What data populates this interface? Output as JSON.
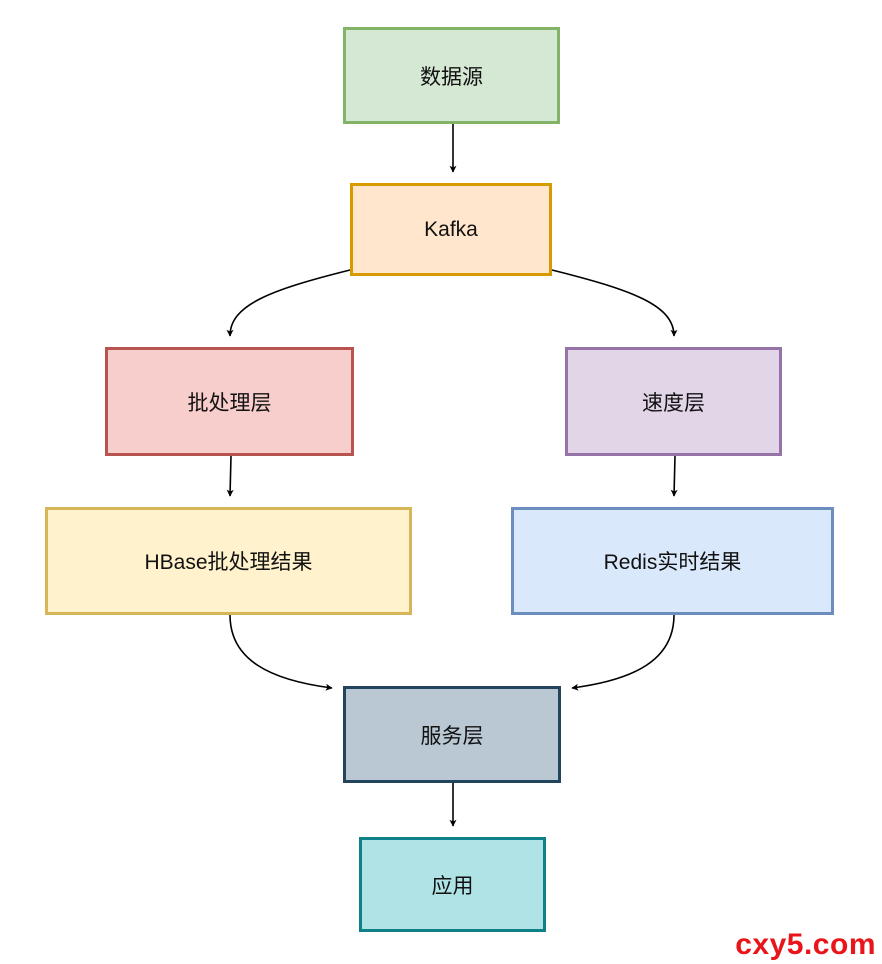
{
  "diagram": {
    "nodes": {
      "source": {
        "label": "数据源",
        "fill": "#d5e8d4",
        "stroke": "#82b366"
      },
      "kafka": {
        "label": "Kafka",
        "fill": "#ffe6cc",
        "stroke": "#d79b00"
      },
      "batch": {
        "label": "批处理层",
        "fill": "#f8cecc",
        "stroke": "#b85450"
      },
      "speed": {
        "label": "速度层",
        "fill": "#e1d5e7",
        "stroke": "#9673a6"
      },
      "hbase": {
        "label": "HBase批处理结果",
        "fill": "#fff2cc",
        "stroke": "#d6b656"
      },
      "redis": {
        "label": "Redis实时结果",
        "fill": "#dae8fc",
        "stroke": "#6c8ebf"
      },
      "serving": {
        "label": "服务层",
        "fill": "#bac8d3",
        "stroke": "#23445d"
      },
      "app": {
        "label": "应用",
        "fill": "#b0e3e6",
        "stroke": "#0e8088"
      }
    },
    "edges": [
      {
        "from": "source",
        "to": "kafka"
      },
      {
        "from": "kafka",
        "to": "batch"
      },
      {
        "from": "kafka",
        "to": "speed"
      },
      {
        "from": "batch",
        "to": "hbase"
      },
      {
        "from": "speed",
        "to": "redis"
      },
      {
        "from": "hbase",
        "to": "serving"
      },
      {
        "from": "redis",
        "to": "serving"
      },
      {
        "from": "serving",
        "to": "app"
      }
    ]
  },
  "watermark": {
    "text": "cxy5.com",
    "color": "#e8151b"
  }
}
